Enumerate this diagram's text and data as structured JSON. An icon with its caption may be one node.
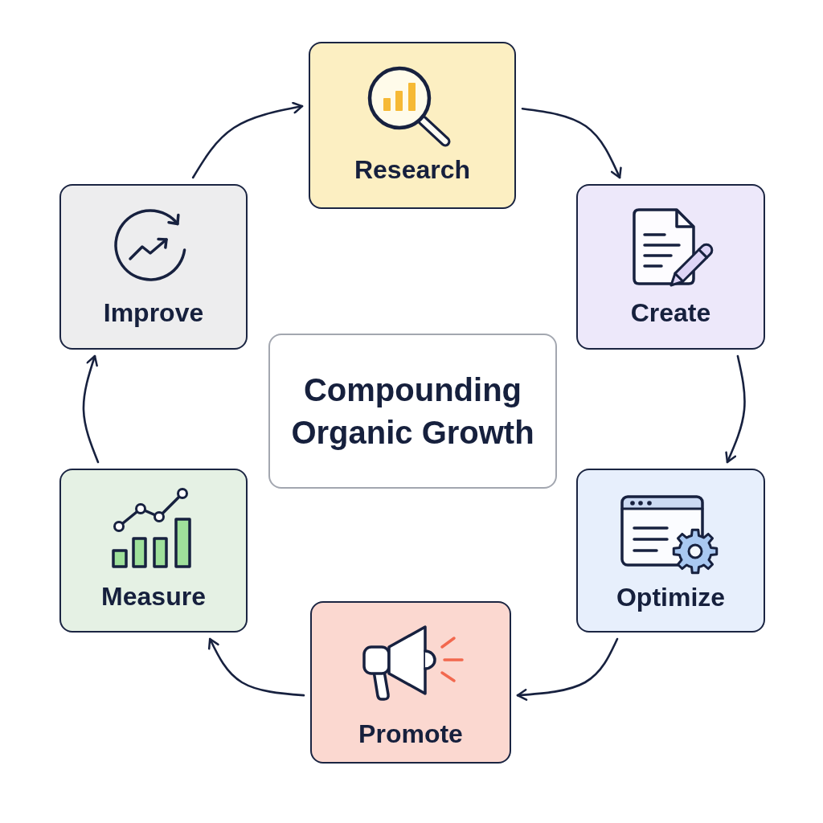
{
  "diagram": {
    "nodes": [
      {
        "text": [
          "Research"
        ]
      },
      {
        "text": [
          "Create"
        ]
      },
      {
        "text": [
          "Optimize"
        ]
      },
      {
        "text": [
          "Promote"
        ]
      },
      {
        "text": [
          "Measure"
        ]
      },
      {
        "text": [
          "Improve"
        ]
      },
      {
        "text": [
          "Compounding Organic Growth"
        ]
      }
    ],
    "edges": [
      {
        "from": 0,
        "to": 1,
        "arrow": "to"
      },
      {
        "from": 1,
        "to": 2,
        "arrow": "to"
      },
      {
        "from": 2,
        "to": 3,
        "arrow": "to"
      },
      {
        "from": 3,
        "to": 4,
        "arrow": "to"
      },
      {
        "from": 4,
        "to": 5,
        "arrow": "to"
      },
      {
        "from": 5,
        "to": 0,
        "arrow": "to"
      }
    ]
  }
}
